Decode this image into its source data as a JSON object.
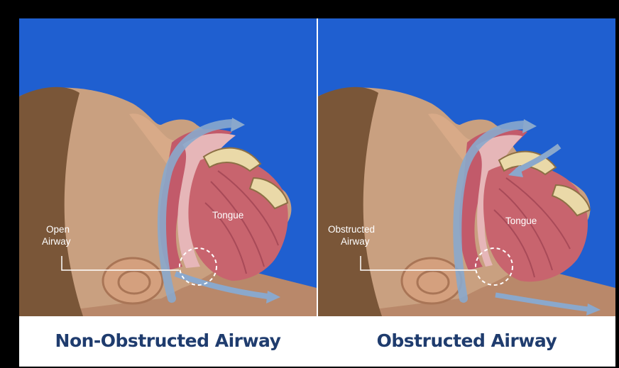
{
  "panels": [
    {
      "airway_label_line1": "Open",
      "airway_label_line2": "Airway",
      "tongue_label": "Tongue",
      "caption": "Non-Obstructed Airway"
    },
    {
      "airway_label_line1": "Obstructed",
      "airway_label_line2": "Airway",
      "tongue_label": "Tongue",
      "caption": "Obstructed Airway"
    }
  ],
  "colors": {
    "background_blue": "#1f5fd0",
    "skin": "#c9a080",
    "hair": "#7a5638",
    "tongue": "#c8646e",
    "airflow_arrow": "#8aa8cc",
    "caption_text": "#1f3c6e"
  }
}
